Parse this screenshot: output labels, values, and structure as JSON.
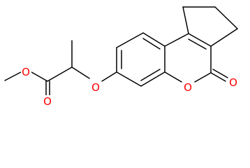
{
  "molecule": {
    "oxygen_color": "#ff0000",
    "bond_color": "#000000",
    "atoms": {
      "ester_methyl_o": "O",
      "ester_carbonyl_o": "O",
      "ether_o": "O",
      "ring_o": "O",
      "lactone_carbonyl_o": "O"
    }
  }
}
